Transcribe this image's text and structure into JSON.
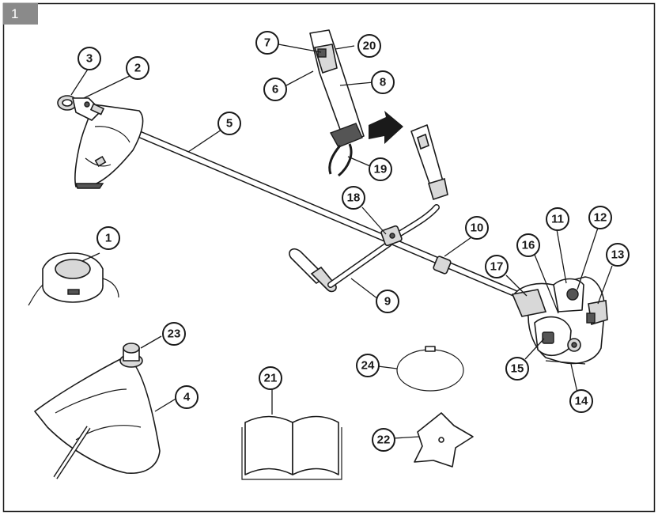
{
  "figure": {
    "number": "1"
  },
  "callouts": [
    {
      "id": "callout-1",
      "label": "1"
    },
    {
      "id": "callout-2",
      "label": "2"
    },
    {
      "id": "callout-3",
      "label": "3"
    },
    {
      "id": "callout-4",
      "label": "4"
    },
    {
      "id": "callout-5",
      "label": "5"
    },
    {
      "id": "callout-6",
      "label": "6"
    },
    {
      "id": "callout-7",
      "label": "7"
    },
    {
      "id": "callout-8",
      "label": "8"
    },
    {
      "id": "callout-9",
      "label": "9"
    },
    {
      "id": "callout-10",
      "label": "10"
    },
    {
      "id": "callout-11",
      "label": "11"
    },
    {
      "id": "callout-12",
      "label": "12"
    },
    {
      "id": "callout-13",
      "label": "13"
    },
    {
      "id": "callout-14",
      "label": "14"
    },
    {
      "id": "callout-15",
      "label": "15"
    },
    {
      "id": "callout-16",
      "label": "16"
    },
    {
      "id": "callout-17",
      "label": "17"
    },
    {
      "id": "callout-18",
      "label": "18"
    },
    {
      "id": "callout-19",
      "label": "19"
    },
    {
      "id": "callout-20",
      "label": "20"
    },
    {
      "id": "callout-21",
      "label": "21"
    },
    {
      "id": "callout-22",
      "label": "22"
    },
    {
      "id": "callout-23",
      "label": "23"
    },
    {
      "id": "callout-24",
      "label": "24"
    }
  ],
  "colors": {
    "frame": "#1a1a1a",
    "tab_background": "#8a8a8a",
    "tab_text": "#ffffff",
    "line_art": "#1a1a1a"
  },
  "icons": {
    "manual": "open-book-icon",
    "arrow": "assembly-arrow-icon"
  }
}
